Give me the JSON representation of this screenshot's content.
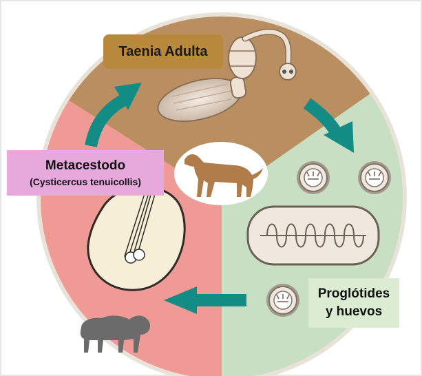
{
  "stages": {
    "adult": {
      "label": "Taenia Adulta",
      "color": "#b8893c"
    },
    "metacestode": {
      "label": "Metacestodo",
      "sublabel": "(Cysticercus tenuicollis)",
      "color": "#e7a8dc"
    },
    "proglottids": {
      "label_line1": "Proglótides",
      "label_line2": "y huevos",
      "color": "#dcecd2"
    }
  },
  "sectors": {
    "top": "#b98e61",
    "right": "#c8dfc4",
    "left": "#ef9a94"
  },
  "arrow_color": "#148c86",
  "hosts": [
    "dog-silhouette",
    "sheep-silhouette"
  ]
}
